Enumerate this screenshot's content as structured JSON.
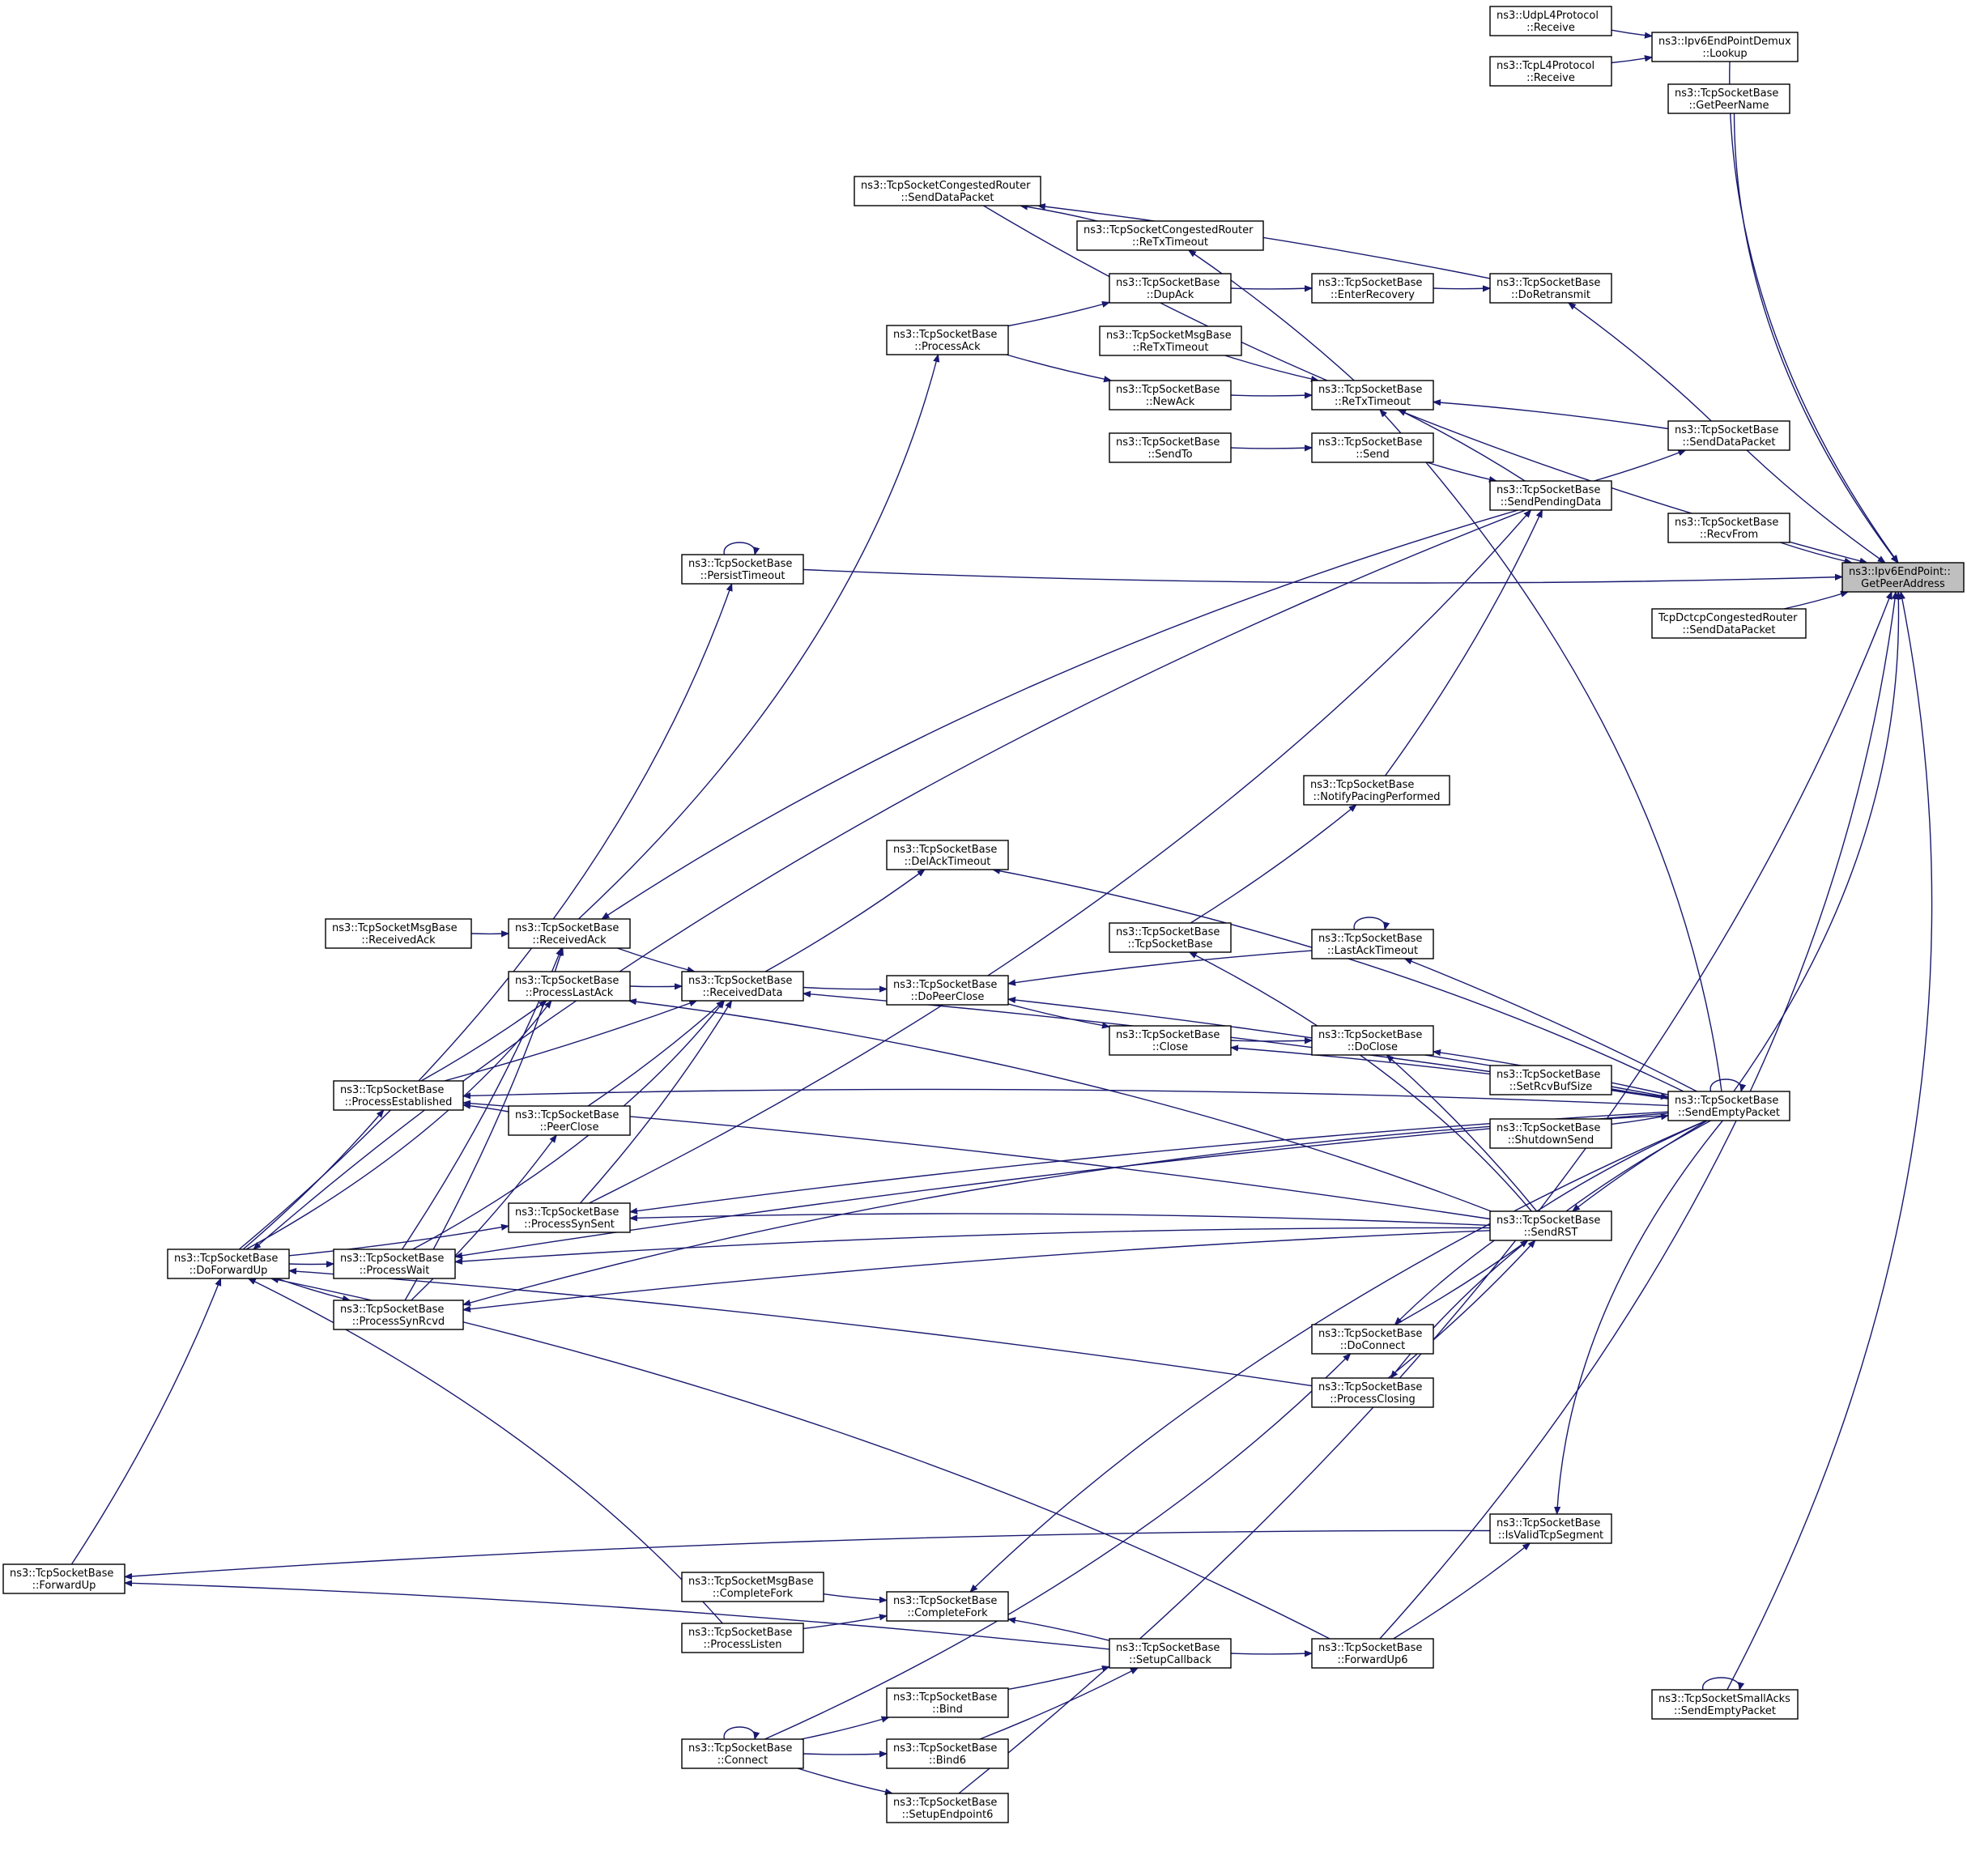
{
  "colors": {
    "edge": "#191970",
    "focus_fill": "#bfbfbf",
    "node_border": "#000000"
  },
  "nodes": [
    {
      "id": "udp_receive",
      "lines": [
        "ns3::UdpL4Protocol",
        "::Receive"
      ]
    },
    {
      "id": "tcp_receive",
      "lines": [
        "ns3::TcpL4Protocol",
        "::Receive"
      ]
    },
    {
      "id": "demux_lookup",
      "lines": [
        "ns3::Ipv6EndPointDemux",
        "::Lookup"
      ]
    },
    {
      "id": "getpeername",
      "lines": [
        "ns3::TcpSocketBase",
        "::GetPeerName"
      ]
    },
    {
      "id": "congrouter_senddata",
      "lines": [
        "ns3::TcpSocketCongestedRouter",
        "::SendDataPacket"
      ]
    },
    {
      "id": "congrouter_retx",
      "lines": [
        "ns3::TcpSocketCongestedRouter",
        "::ReTxTimeout"
      ]
    },
    {
      "id": "dupack",
      "lines": [
        "ns3::TcpSocketBase",
        "::DupAck"
      ]
    },
    {
      "id": "enterrecovery",
      "lines": [
        "ns3::TcpSocketBase",
        "::EnterRecovery"
      ]
    },
    {
      "id": "doretransmit",
      "lines": [
        "ns3::TcpSocketBase",
        "::DoRetransmit"
      ]
    },
    {
      "id": "processack",
      "lines": [
        "ns3::TcpSocketBase",
        "::ProcessAck"
      ]
    },
    {
      "id": "msg_retx",
      "lines": [
        "ns3::TcpSocketMsgBase",
        "::ReTxTimeout"
      ]
    },
    {
      "id": "retx",
      "lines": [
        "ns3::TcpSocketBase",
        "::ReTxTimeout"
      ]
    },
    {
      "id": "newack",
      "lines": [
        "ns3::TcpSocketBase",
        "::NewAck"
      ]
    },
    {
      "id": "senddatapacket",
      "lines": [
        "ns3::TcpSocketBase",
        "::SendDataPacket"
      ]
    },
    {
      "id": "sendto",
      "lines": [
        "ns3::TcpSocketBase",
        "::SendTo"
      ]
    },
    {
      "id": "send",
      "lines": [
        "ns3::TcpSocketBase",
        "::Send"
      ]
    },
    {
      "id": "sendpending",
      "lines": [
        "ns3::TcpSocketBase",
        "::SendPendingData"
      ]
    },
    {
      "id": "recvfrom",
      "lines": [
        "ns3::TcpSocketBase",
        "::RecvFrom"
      ]
    },
    {
      "id": "persist",
      "lines": [
        "ns3::TcpSocketBase",
        "::PersistTimeout"
      ]
    },
    {
      "id": "focus",
      "lines": [
        "ns3::Ipv6EndPoint::",
        "GetPeerAddress"
      ]
    },
    {
      "id": "dctcp_senddata",
      "lines": [
        "TcpDctcpCongestedRouter",
        "::SendDataPacket"
      ]
    },
    {
      "id": "notifypacing",
      "lines": [
        "ns3::TcpSocketBase",
        "::NotifyPacingPerformed"
      ]
    },
    {
      "id": "delack",
      "lines": [
        "ns3::TcpSocketBase",
        "::DelAckTimeout"
      ]
    },
    {
      "id": "ctor",
      "lines": [
        "ns3::TcpSocketBase",
        "::TcpSocketBase"
      ]
    },
    {
      "id": "msg_receivedack",
      "lines": [
        "ns3::TcpSocketMsgBase",
        "::ReceivedAck"
      ]
    },
    {
      "id": "receivedack",
      "lines": [
        "ns3::TcpSocketBase",
        "::ReceivedAck"
      ]
    },
    {
      "id": "lastacktimeout",
      "lines": [
        "ns3::TcpSocketBase",
        "::LastAckTimeout"
      ]
    },
    {
      "id": "processlastack",
      "lines": [
        "ns3::TcpSocketBase",
        "::ProcessLastAck"
      ]
    },
    {
      "id": "receiveddata",
      "lines": [
        "ns3::TcpSocketBase",
        "::ReceivedData"
      ]
    },
    {
      "id": "dopeerclose",
      "lines": [
        "ns3::TcpSocketBase",
        "::DoPeerClose"
      ]
    },
    {
      "id": "close",
      "lines": [
        "ns3::TcpSocketBase",
        "::Close"
      ]
    },
    {
      "id": "doclose",
      "lines": [
        "ns3::TcpSocketBase",
        "::DoClose"
      ]
    },
    {
      "id": "processestablished",
      "lines": [
        "ns3::TcpSocketBase",
        "::ProcessEstablished"
      ]
    },
    {
      "id": "setrcvbuf",
      "lines": [
        "ns3::TcpSocketBase",
        "::SetRcvBufSize"
      ]
    },
    {
      "id": "sendempty",
      "lines": [
        "ns3::TcpSocketBase",
        "::SendEmptyPacket"
      ]
    },
    {
      "id": "peerclose",
      "lines": [
        "ns3::TcpSocketBase",
        "::PeerClose"
      ]
    },
    {
      "id": "shutdownsend",
      "lines": [
        "ns3::TcpSocketBase",
        "::ShutdownSend"
      ]
    },
    {
      "id": "processsynsent",
      "lines": [
        "ns3::TcpSocketBase",
        "::ProcessSynSent"
      ]
    },
    {
      "id": "sendrst",
      "lines": [
        "ns3::TcpSocketBase",
        "::SendRST"
      ]
    },
    {
      "id": "doforwardup",
      "lines": [
        "ns3::TcpSocketBase",
        "::DoForwardUp"
      ]
    },
    {
      "id": "processwait",
      "lines": [
        "ns3::TcpSocketBase",
        "::ProcessWait"
      ]
    },
    {
      "id": "processsynrcvd",
      "lines": [
        "ns3::TcpSocketBase",
        "::ProcessSynRcvd"
      ]
    },
    {
      "id": "doconnect",
      "lines": [
        "ns3::TcpSocketBase",
        "::DoConnect"
      ]
    },
    {
      "id": "processclosing",
      "lines": [
        "ns3::TcpSocketBase",
        "::ProcessClosing"
      ]
    },
    {
      "id": "isvalidseg",
      "lines": [
        "ns3::TcpSocketBase",
        "::IsValidTcpSegment"
      ]
    },
    {
      "id": "forwardup",
      "lines": [
        "ns3::TcpSocketBase",
        "::ForwardUp"
      ]
    },
    {
      "id": "msg_completefork",
      "lines": [
        "ns3::TcpSocketMsgBase",
        "::CompleteFork"
      ]
    },
    {
      "id": "completefork",
      "lines": [
        "ns3::TcpSocketBase",
        "::CompleteFork"
      ]
    },
    {
      "id": "processlisten",
      "lines": [
        "ns3::TcpSocketBase",
        "::ProcessListen"
      ]
    },
    {
      "id": "setupcallback",
      "lines": [
        "ns3::TcpSocketBase",
        "::SetupCallback"
      ]
    },
    {
      "id": "forwardup6",
      "lines": [
        "ns3::TcpSocketBase",
        "::ForwardUp6"
      ]
    },
    {
      "id": "bind",
      "lines": [
        "ns3::TcpSocketBase",
        "::Bind"
      ]
    },
    {
      "id": "smallacks_sendempty",
      "lines": [
        "ns3::TcpSocketSmallAcks",
        "::SendEmptyPacket"
      ]
    },
    {
      "id": "connect",
      "lines": [
        "ns3::TcpSocketBase",
        "::Connect"
      ]
    },
    {
      "id": "bind6",
      "lines": [
        "ns3::TcpSocketBase",
        "::Bind6"
      ]
    },
    {
      "id": "setupendpoint6",
      "lines": [
        "ns3::TcpSocketBase",
        "::SetupEndpoint6"
      ]
    }
  ]
}
